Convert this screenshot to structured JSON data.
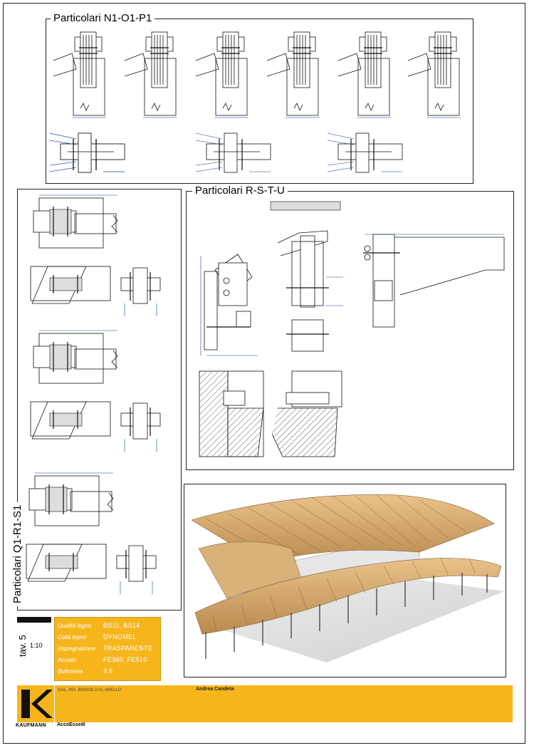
{
  "panels": {
    "n1": {
      "title": "Particolari N1-O1-P1"
    },
    "q1": {
      "title": "Particolari Q1-R1-S1"
    },
    "rstu": {
      "title": "Particolari R-S-T-U"
    }
  },
  "info": {
    "rows": [
      {
        "key": "Qualità legno",
        "value": "BS11, BS14"
      },
      {
        "key": "Colla legno",
        "value": "DYNOMEL"
      },
      {
        "key": "Impregnazione",
        "value": "TRASPARENTE"
      },
      {
        "key": "Acciaio",
        "value": "FE360, FE510"
      },
      {
        "key": "Bulloneria",
        "value": "4.6"
      }
    ]
  },
  "sheet": {
    "tav": "tav. 5",
    "scale": "1:10"
  },
  "titleblock": {
    "project": "GAL. INA. BINGOLO AL ANELLO",
    "company_name": "Andrea Candeta",
    "brand": "KAUFMANN",
    "partner": "AccoEssedi"
  },
  "colors": {
    "accent": "#f7b51c",
    "dimension": "#1a3ea8"
  }
}
